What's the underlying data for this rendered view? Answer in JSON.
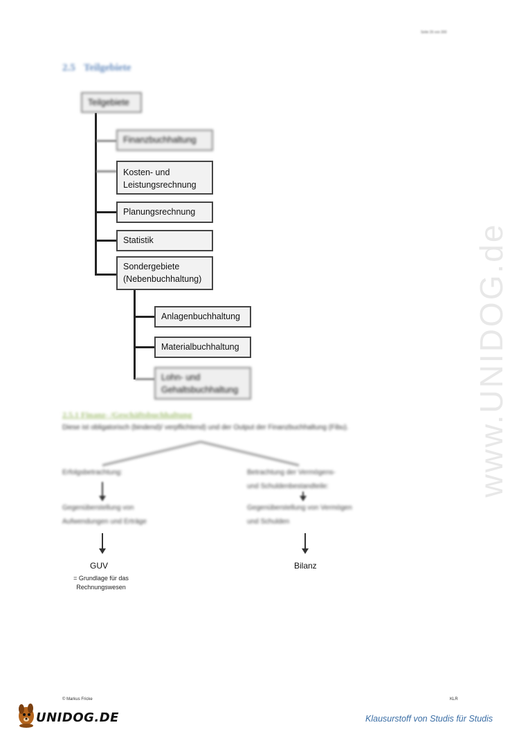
{
  "header": {
    "page_number": "Seite 26 von 300"
  },
  "section": {
    "number": "2.5",
    "title": "Teilgebiete"
  },
  "tree": {
    "root": "Teilgebiete",
    "level1": [
      "Finanzbuchhaltung",
      "Kosten- und Leistungsrechnung",
      "Planungsrechnung",
      "Statistik",
      "Sondergebiete (Nebenbuchhaltung)"
    ],
    "level2": [
      "Anlagenbuchhaltung",
      "Materialbuchhaltung",
      "Lohn- und Gehaltsbuchhaltung"
    ]
  },
  "subsection": {
    "number": "2.5.1",
    "title": "Finanz- /Geschäftsbuchhaltung",
    "intro": "Diese ist obligatorisch (bindend)/ verpflichtend) und der Output der Finanzbuchhaltung (Fibu)."
  },
  "flow": {
    "left": {
      "step1": "Erfolgsbetrachtung:",
      "step2_line1": "Gegenüberstellung von",
      "step2_line2": "Aufwendungen und Erträge",
      "result": "GUV",
      "note_line1": "= Grundlage für das",
      "note_line2": "Rechnungswesen"
    },
    "right": {
      "step1_line1": "Betrachtung der Vermögens-",
      "step1_line2": "und Schuldenbestandteile:",
      "step2_line1": "Gegenüberstellung von Vermögen",
      "step2_line2": "und Schulden",
      "result": "Bilanz"
    }
  },
  "watermark": "www.UNIDOG.de",
  "footer": {
    "author": "© Markus Fricke",
    "subject": "KLR",
    "logo_text": "UNIDOG.DE",
    "tagline": "Klausurstoff von Studis für Studis"
  },
  "colors": {
    "heading": "#6a8fc0",
    "subheading": "#a7c27a",
    "tagline": "#3b6ea5"
  }
}
